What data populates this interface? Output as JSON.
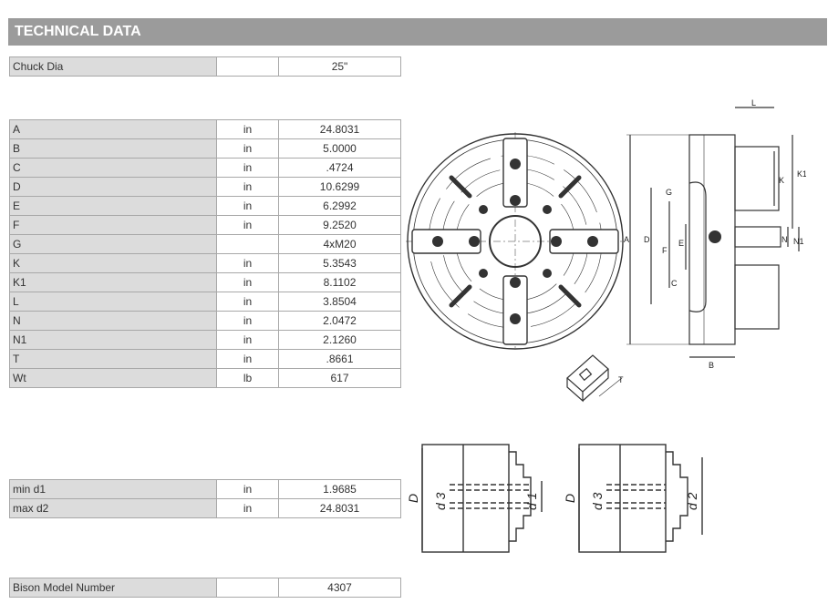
{
  "header": {
    "title": "TECHNICAL DATA"
  },
  "chuck": {
    "label": "Chuck Dia",
    "unit": "",
    "value": "25\""
  },
  "specs": [
    {
      "label": "A",
      "unit": "in",
      "value": "24.8031"
    },
    {
      "label": "B",
      "unit": "in",
      "value": "5.0000"
    },
    {
      "label": "C",
      "unit": "in",
      "value": ".4724"
    },
    {
      "label": "D",
      "unit": "in",
      "value": "10.6299"
    },
    {
      "label": "E",
      "unit": "in",
      "value": "6.2992"
    },
    {
      "label": "F",
      "unit": "in",
      "value": "9.2520"
    },
    {
      "label": "G",
      "unit": "",
      "value": "4xM20"
    },
    {
      "label": "K",
      "unit": "in",
      "value": "5.3543"
    },
    {
      "label": "K1",
      "unit": "in",
      "value": "8.1102"
    },
    {
      "label": "L",
      "unit": "in",
      "value": "3.8504"
    },
    {
      "label": "N",
      "unit": "in",
      "value": "2.0472"
    },
    {
      "label": "N1",
      "unit": "in",
      "value": "2.1260"
    },
    {
      "label": "T",
      "unit": "in",
      "value": ".8661"
    },
    {
      "label": "Wt",
      "unit": "lb",
      "value": "617"
    }
  ],
  "bore": [
    {
      "label": "min d1",
      "unit": "in",
      "value": "1.9685"
    },
    {
      "label": "max d2",
      "unit": "in",
      "value": "24.8031"
    }
  ],
  "model": {
    "label": "Bison Model Number",
    "value": "4307"
  },
  "drawing_labels": {
    "side": {
      "L": "L",
      "K1": "K1",
      "K": "K",
      "A": "A",
      "D": "D",
      "F": "F",
      "G": "G",
      "E": "E",
      "C": "C",
      "N": "N",
      "N1": "N1",
      "B": "B"
    },
    "jaw": {
      "T": "T"
    },
    "bore_left": {
      "D": "D",
      "d3": "d 3",
      "d1": "d 1"
    },
    "bore_right": {
      "D": "D",
      "d3": "d 3",
      "d2": "d 2"
    }
  },
  "colors": {
    "header_bg": "#9b9b9b",
    "label_bg": "#dcdcdc",
    "border": "#a8a8a8"
  }
}
